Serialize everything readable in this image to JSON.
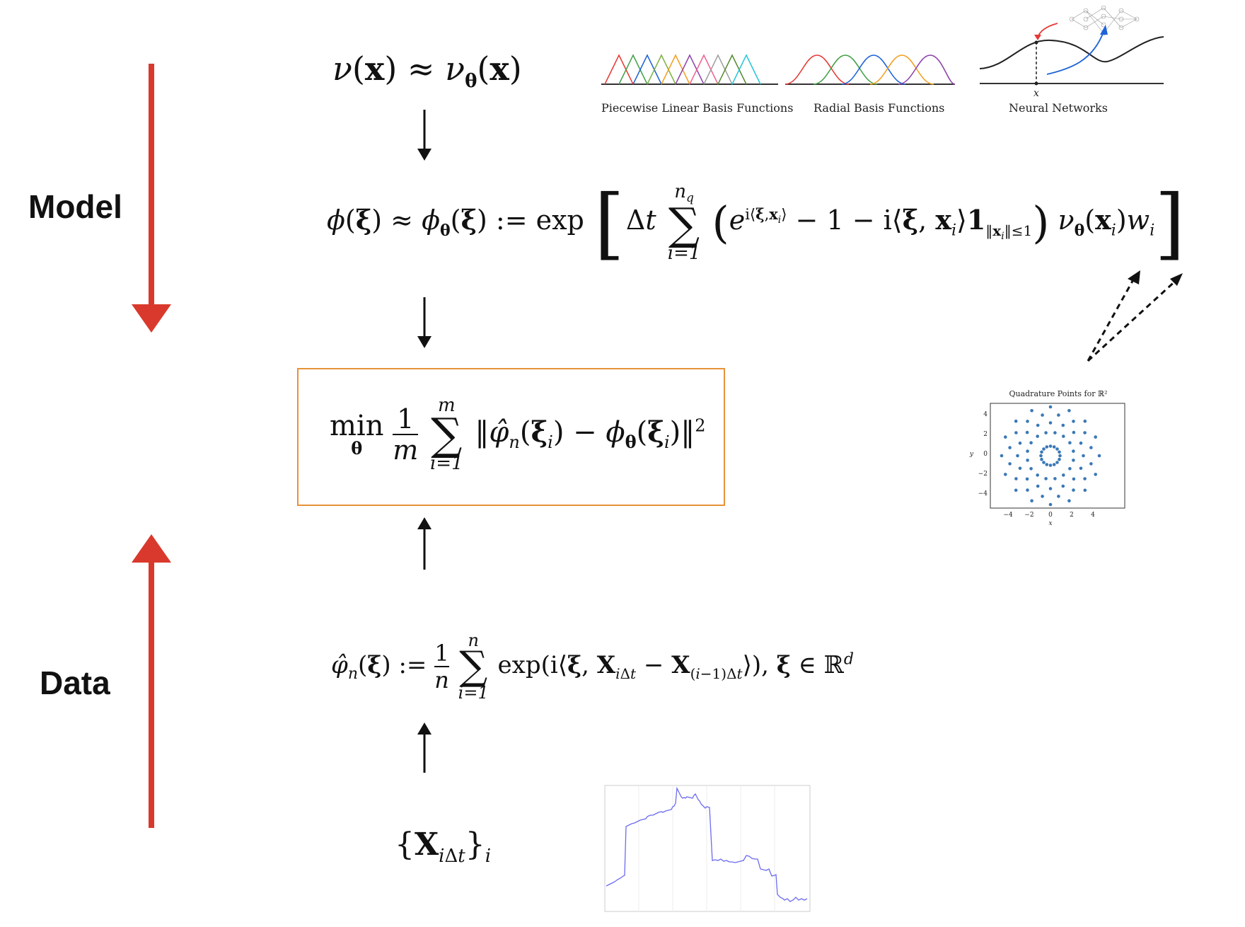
{
  "side_labels": {
    "model": "Model",
    "data": "Data"
  },
  "equations": {
    "approximation": "ν(x) ≈ νθ(x)",
    "characteristic_function": "ϕ(ξ) ≈ ϕθ(ξ) := exp[Δt Σ (e^{i⟨ξ,xi⟩} − 1 − i⟨ξ,xi⟩1‖xi‖≤1) νθ(xi)wi]",
    "objective": "min_θ 1/m Σ ‖φ̂n(ξi) − ϕθ(ξi)‖²",
    "empirical_cf": "φ̂n(ξ) := 1/n Σ exp(i⟨ξ, XiΔt − X(i−1)Δt⟩), ξ ∈ ℝd",
    "data_samples": "{XiΔt}i"
  },
  "basis_captions": {
    "piecewise": "Piecewise Linear Basis Functions",
    "radial": "Radial Basis Functions",
    "neural": "Neural Networks",
    "neural_x": "x"
  },
  "quadrature_plot": {
    "title": "Quadrature Points for ℝ²",
    "xlabel": "x",
    "ylabel": "y",
    "xticks": [
      "−4",
      "−2",
      "0",
      "2",
      "4"
    ],
    "yticks": [
      "4",
      "2",
      "0",
      "−2",
      "−4"
    ]
  },
  "colors": {
    "red_arrow": "#d9392c",
    "objective_border": "#e8923a",
    "path_line": "#6b6bf0",
    "quadrature_points": "#3a78b5"
  }
}
